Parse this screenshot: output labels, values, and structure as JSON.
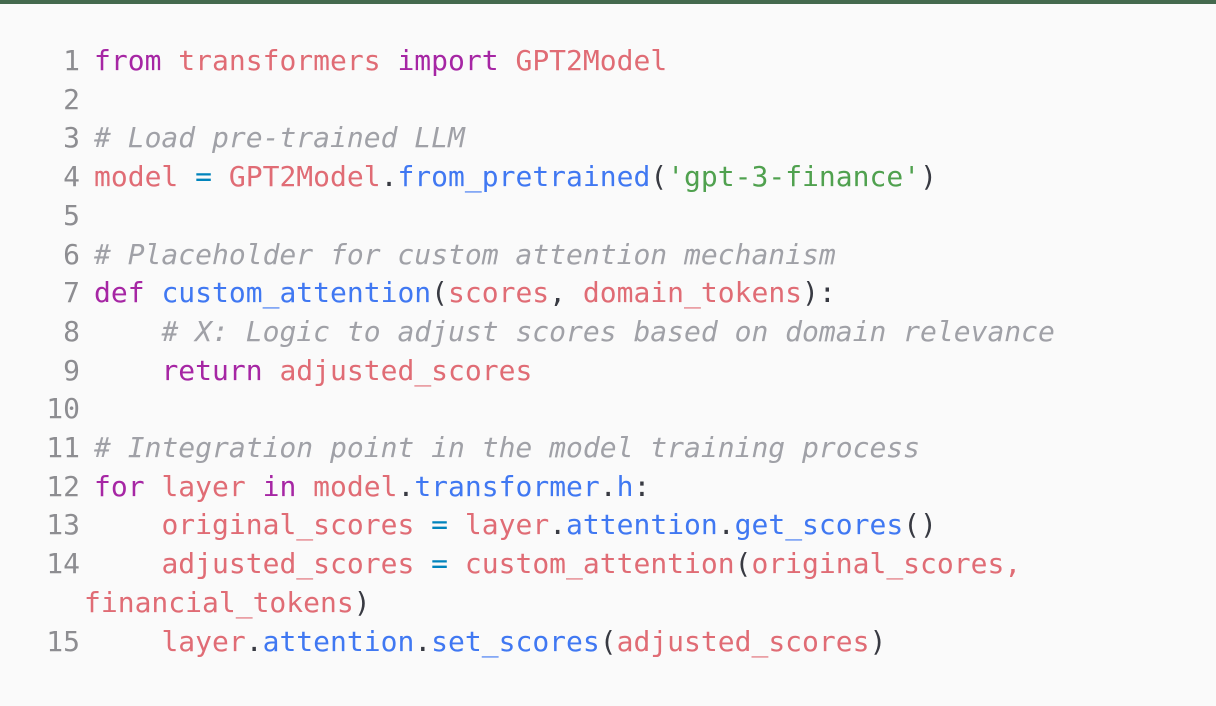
{
  "page": {
    "background": "#fafafa",
    "top_bar_color": "#44694e"
  },
  "editor": {
    "language": "python",
    "colors": {
      "k": "#a626a4",
      "v": "#e06c75",
      "f": "#4078f2",
      "o": "#0184bc",
      "s": "#50a14f",
      "c": "#a0a1a7",
      "p": "#383a42",
      "line_number": "#8d8d91"
    },
    "rows": [
      {
        "num": "1",
        "wrap": false,
        "tokens": [
          {
            "t": "from",
            "c": "k"
          },
          {
            "t": " ",
            "c": "p"
          },
          {
            "t": "transformers",
            "c": "v"
          },
          {
            "t": " ",
            "c": "p"
          },
          {
            "t": "import",
            "c": "k"
          },
          {
            "t": " ",
            "c": "p"
          },
          {
            "t": "GPT2Model",
            "c": "v"
          }
        ]
      },
      {
        "num": "2",
        "wrap": false,
        "tokens": []
      },
      {
        "num": "3",
        "wrap": false,
        "tokens": [
          {
            "t": "# Load pre-trained LLM",
            "c": "c"
          }
        ]
      },
      {
        "num": "4",
        "wrap": false,
        "tokens": [
          {
            "t": "model",
            "c": "v"
          },
          {
            "t": " ",
            "c": "p"
          },
          {
            "t": "=",
            "c": "o"
          },
          {
            "t": " ",
            "c": "p"
          },
          {
            "t": "GPT2Model",
            "c": "v"
          },
          {
            "t": ".",
            "c": "p"
          },
          {
            "t": "from_pretrained",
            "c": "f"
          },
          {
            "t": "(",
            "c": "p"
          },
          {
            "t": "'gpt-3-finance'",
            "c": "s"
          },
          {
            "t": ")",
            "c": "p"
          }
        ]
      },
      {
        "num": "5",
        "wrap": false,
        "tokens": []
      },
      {
        "num": "6",
        "wrap": false,
        "tokens": [
          {
            "t": "# Placeholder for custom attention mechanism",
            "c": "c"
          }
        ]
      },
      {
        "num": "7",
        "wrap": false,
        "tokens": [
          {
            "t": "def",
            "c": "k"
          },
          {
            "t": " ",
            "c": "p"
          },
          {
            "t": "custom_attention",
            "c": "f"
          },
          {
            "t": "(",
            "c": "p"
          },
          {
            "t": "scores",
            "c": "v"
          },
          {
            "t": ", ",
            "c": "p"
          },
          {
            "t": "domain_tokens",
            "c": "v"
          },
          {
            "t": "):",
            "c": "p"
          }
        ]
      },
      {
        "num": "8",
        "wrap": false,
        "tokens": [
          {
            "t": "    ",
            "c": "p"
          },
          {
            "t": "# X: Logic to adjust scores based on domain relevance",
            "c": "c"
          }
        ]
      },
      {
        "num": "9",
        "wrap": false,
        "tokens": [
          {
            "t": "    ",
            "c": "p"
          },
          {
            "t": "return",
            "c": "k"
          },
          {
            "t": " ",
            "c": "p"
          },
          {
            "t": "adjusted_scores",
            "c": "v"
          }
        ]
      },
      {
        "num": "10",
        "wrap": false,
        "tokens": []
      },
      {
        "num": "11",
        "wrap": false,
        "tokens": [
          {
            "t": "# Integration point in the model training process",
            "c": "c"
          }
        ]
      },
      {
        "num": "12",
        "wrap": false,
        "tokens": [
          {
            "t": "for",
            "c": "k"
          },
          {
            "t": " ",
            "c": "p"
          },
          {
            "t": "layer",
            "c": "v"
          },
          {
            "t": " ",
            "c": "p"
          },
          {
            "t": "in",
            "c": "k"
          },
          {
            "t": " ",
            "c": "p"
          },
          {
            "t": "model",
            "c": "v"
          },
          {
            "t": ".",
            "c": "p"
          },
          {
            "t": "transformer",
            "c": "f"
          },
          {
            "t": ".",
            "c": "p"
          },
          {
            "t": "h",
            "c": "f"
          },
          {
            "t": ":",
            "c": "p"
          }
        ]
      },
      {
        "num": "13",
        "wrap": false,
        "tokens": [
          {
            "t": "    ",
            "c": "p"
          },
          {
            "t": "original_scores",
            "c": "v"
          },
          {
            "t": " ",
            "c": "p"
          },
          {
            "t": "=",
            "c": "o"
          },
          {
            "t": " ",
            "c": "p"
          },
          {
            "t": "layer",
            "c": "v"
          },
          {
            "t": ".",
            "c": "p"
          },
          {
            "t": "attention",
            "c": "f"
          },
          {
            "t": ".",
            "c": "p"
          },
          {
            "t": "get_scores",
            "c": "f"
          },
          {
            "t": "()",
            "c": "p"
          }
        ]
      },
      {
        "num": "14",
        "wrap": false,
        "tokens": [
          {
            "t": "    ",
            "c": "p"
          },
          {
            "t": "adjusted_scores",
            "c": "v"
          },
          {
            "t": " ",
            "c": "p"
          },
          {
            "t": "=",
            "c": "o"
          },
          {
            "t": " ",
            "c": "p"
          },
          {
            "t": "custom_attention",
            "c": "v"
          },
          {
            "t": "(",
            "c": "p"
          },
          {
            "t": "original_scores",
            "c": "v"
          },
          {
            "t": ",",
            "c": "v"
          }
        ]
      },
      {
        "num": "",
        "wrap": true,
        "tokens": [
          {
            "t": "financial_tokens",
            "c": "v"
          },
          {
            "t": ")",
            "c": "p"
          }
        ]
      },
      {
        "num": "15",
        "wrap": false,
        "tokens": [
          {
            "t": "    ",
            "c": "p"
          },
          {
            "t": "layer",
            "c": "v"
          },
          {
            "t": ".",
            "c": "p"
          },
          {
            "t": "attention",
            "c": "f"
          },
          {
            "t": ".",
            "c": "p"
          },
          {
            "t": "set_scores",
            "c": "f"
          },
          {
            "t": "(",
            "c": "p"
          },
          {
            "t": "adjusted_scores",
            "c": "v"
          },
          {
            "t": ")",
            "c": "p"
          }
        ]
      }
    ]
  }
}
